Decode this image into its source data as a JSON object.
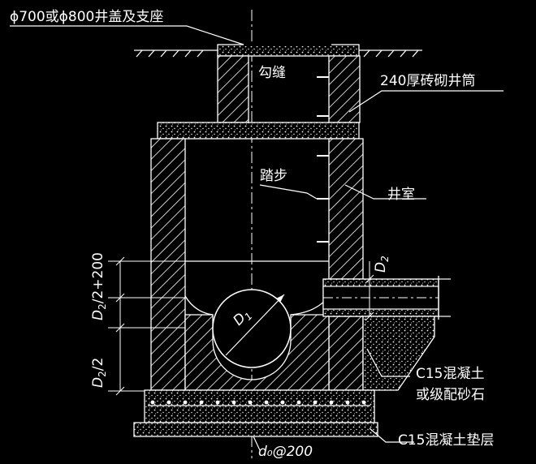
{
  "labels": {
    "cover": "ϕ700或ϕ800井盖及支座",
    "joint": "勾缝",
    "shaft": "240厚砖砌井筒",
    "step": "踏步",
    "chamber": "井室",
    "d2_right": "D",
    "d2_right_sub": "2",
    "d1": "D",
    "d1_sub": "1",
    "dim_upper_main": "D",
    "dim_upper_sub": "2",
    "dim_upper_rest": "/2+200",
    "dim_lower_main": "D",
    "dim_lower_sub": "2",
    "dim_lower_rest": "/2",
    "concrete_line1": "C15混凝土",
    "concrete_line2": "或级配砂石",
    "cushion": "C15混凝土垫层",
    "rebar": "d₀@200"
  }
}
